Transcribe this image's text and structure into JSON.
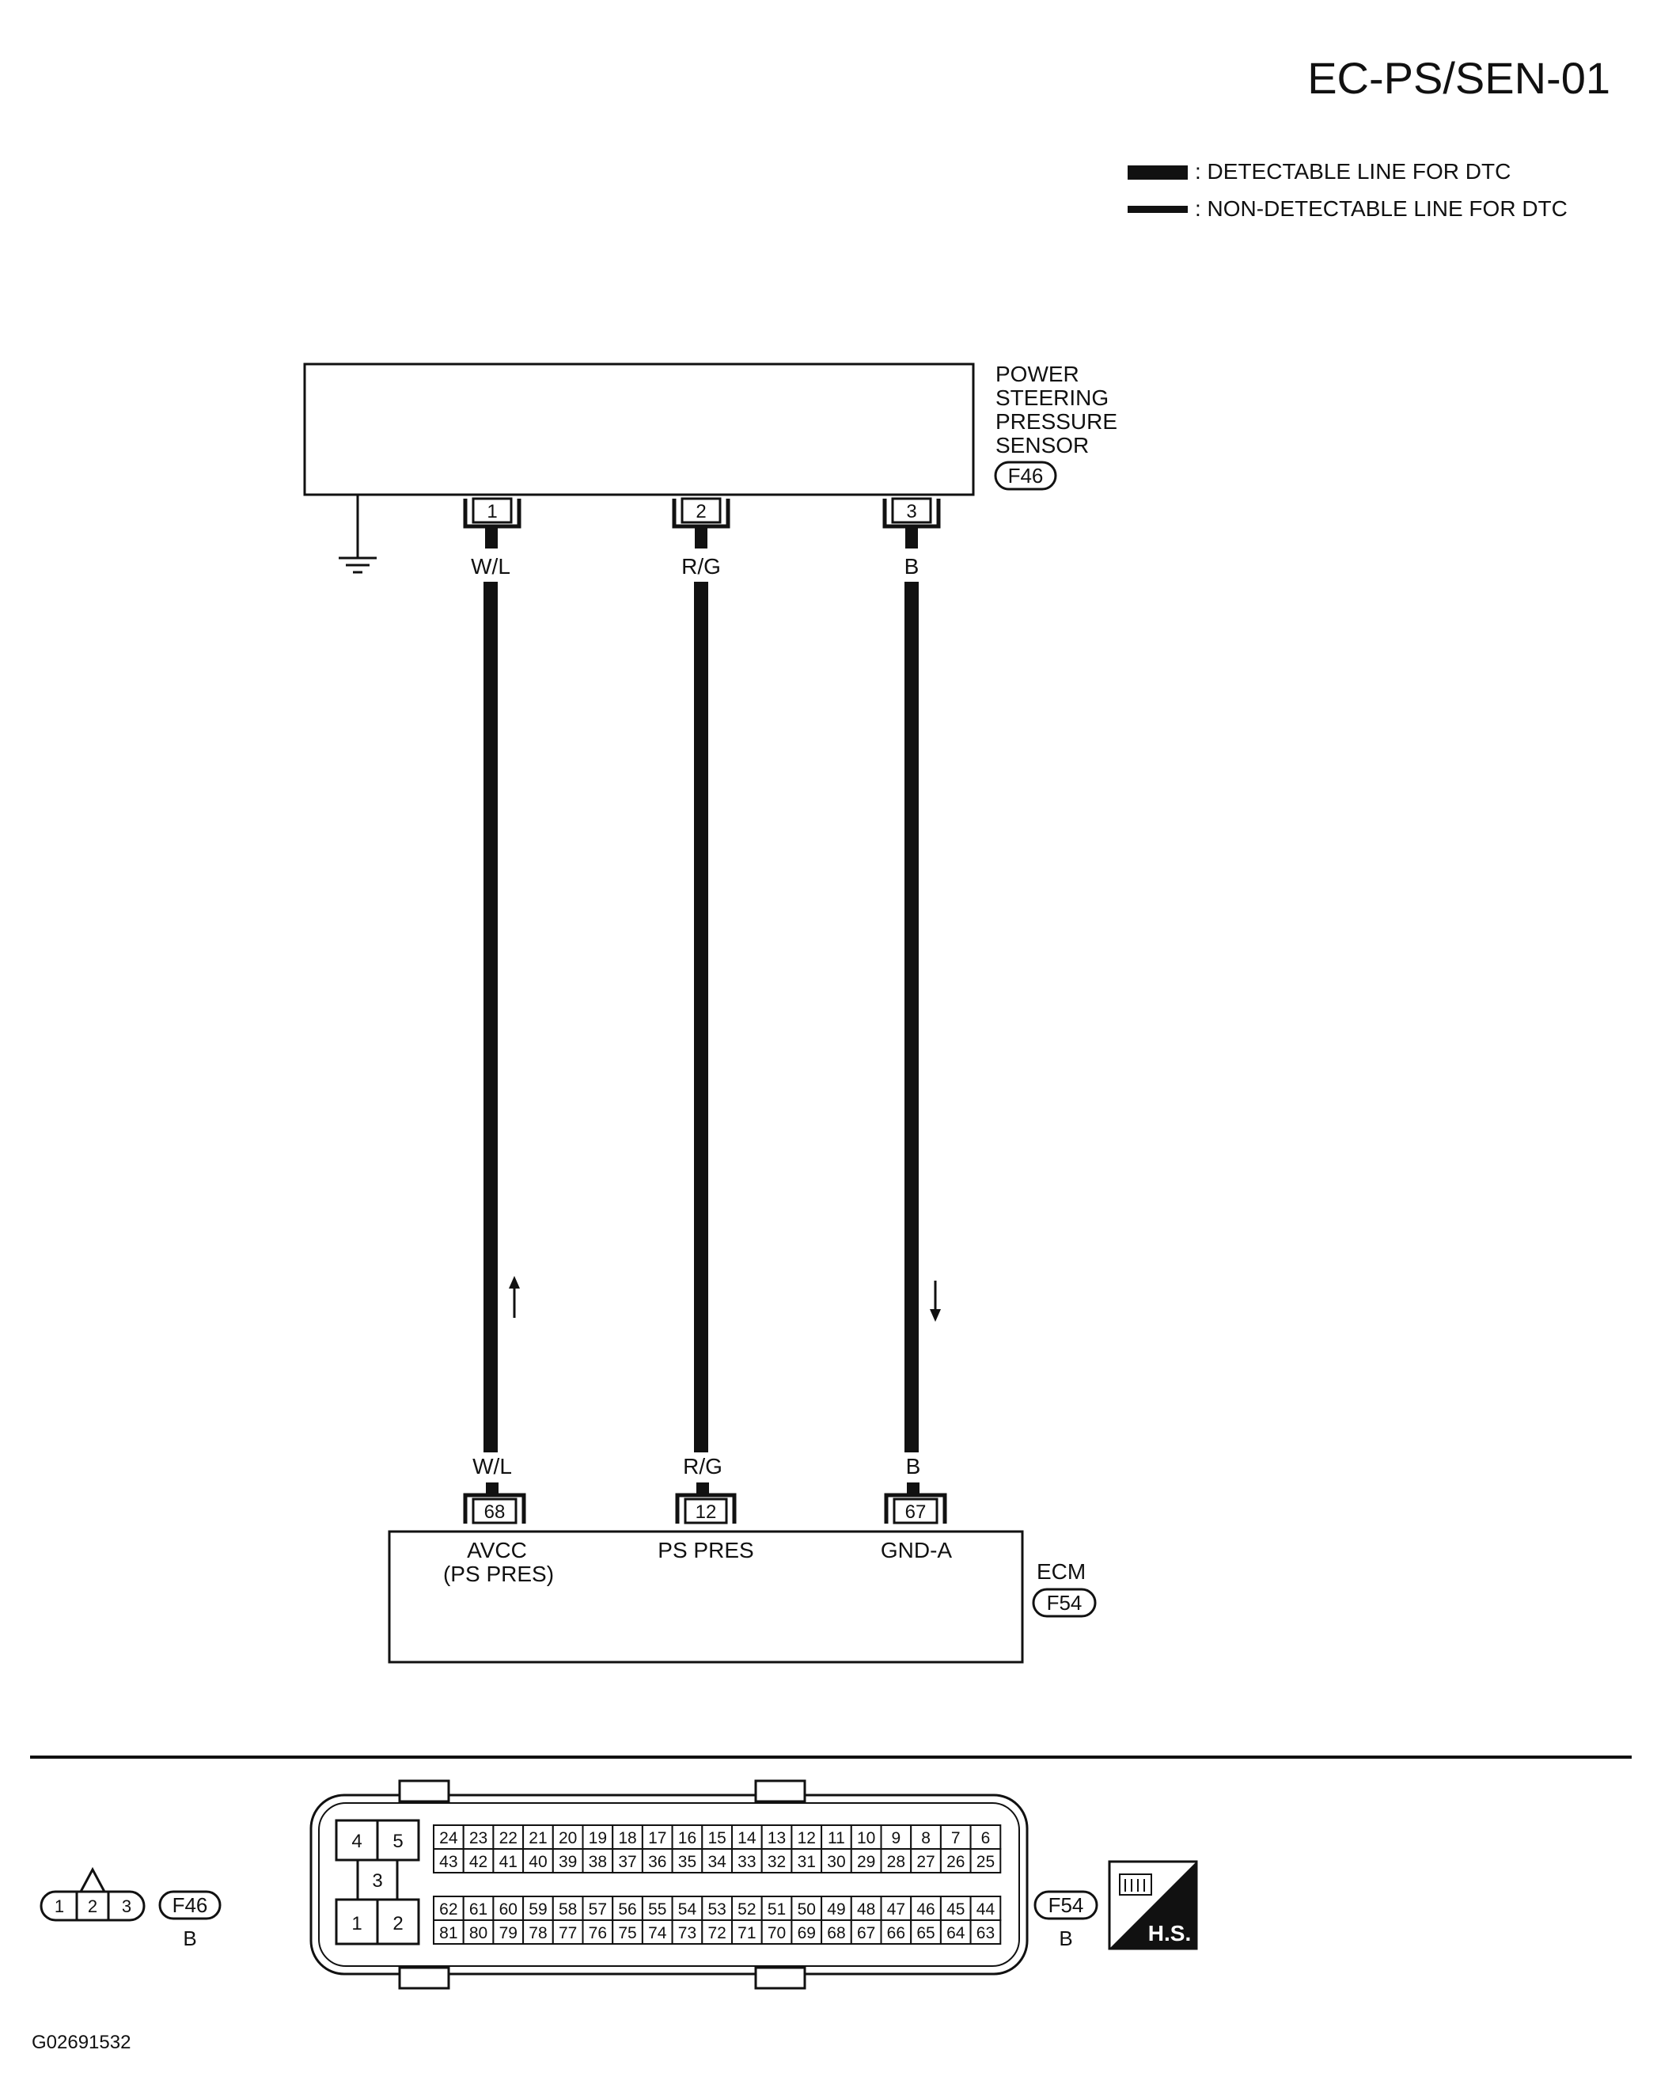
{
  "title": "EC-PS/SEN-01",
  "legend": [
    {
      "label": ": DETECTABLE LINE FOR DTC",
      "style": "thick"
    },
    {
      "label": ": NON-DETECTABLE LINE FOR DTC",
      "style": "thin"
    }
  ],
  "sensor": {
    "name_lines": [
      "POWER",
      "STEERING",
      "PRESSURE",
      "SENSOR"
    ],
    "connector": "F46",
    "pins": [
      {
        "pin": "1",
        "wire": "W/L"
      },
      {
        "pin": "2",
        "wire": "R/G"
      },
      {
        "pin": "3",
        "wire": "B"
      }
    ]
  },
  "ecm": {
    "name": "ECM",
    "connector": "F54",
    "pins": [
      {
        "pin": "68",
        "wire": "W/L",
        "function_lines": [
          "AVCC",
          "(PS PRES)"
        ]
      },
      {
        "pin": "12",
        "wire": "R/G",
        "function_lines": [
          "PS PRES"
        ]
      },
      {
        "pin": "67",
        "wire": "B",
        "function_lines": [
          "GND-A"
        ]
      }
    ]
  },
  "connector_views": {
    "f46": {
      "id": "F46",
      "color": "B",
      "pins": [
        "1",
        "2",
        "3"
      ]
    },
    "f54": {
      "id": "F54",
      "color": "B",
      "big_pins": [
        "4",
        "5",
        "3",
        "1",
        "2"
      ],
      "row1": [
        "24",
        "23",
        "22",
        "21",
        "20",
        "19",
        "18",
        "17",
        "16",
        "15",
        "14",
        "13",
        "12",
        "11",
        "10",
        "9",
        "8",
        "7",
        "6"
      ],
      "row2": [
        "43",
        "42",
        "41",
        "40",
        "39",
        "38",
        "37",
        "36",
        "35",
        "34",
        "33",
        "32",
        "31",
        "30",
        "29",
        "28",
        "27",
        "26",
        "25"
      ],
      "row3": [
        "62",
        "61",
        "60",
        "59",
        "58",
        "57",
        "56",
        "55",
        "54",
        "53",
        "52",
        "51",
        "50",
        "49",
        "48",
        "47",
        "46",
        "45",
        "44"
      ],
      "row4": [
        "81",
        "80",
        "79",
        "78",
        "77",
        "76",
        "75",
        "74",
        "73",
        "72",
        "71",
        "70",
        "69",
        "68",
        "67",
        "66",
        "65",
        "64",
        "63"
      ]
    },
    "hs_label": "H.S."
  },
  "footer_code": "G02691532"
}
